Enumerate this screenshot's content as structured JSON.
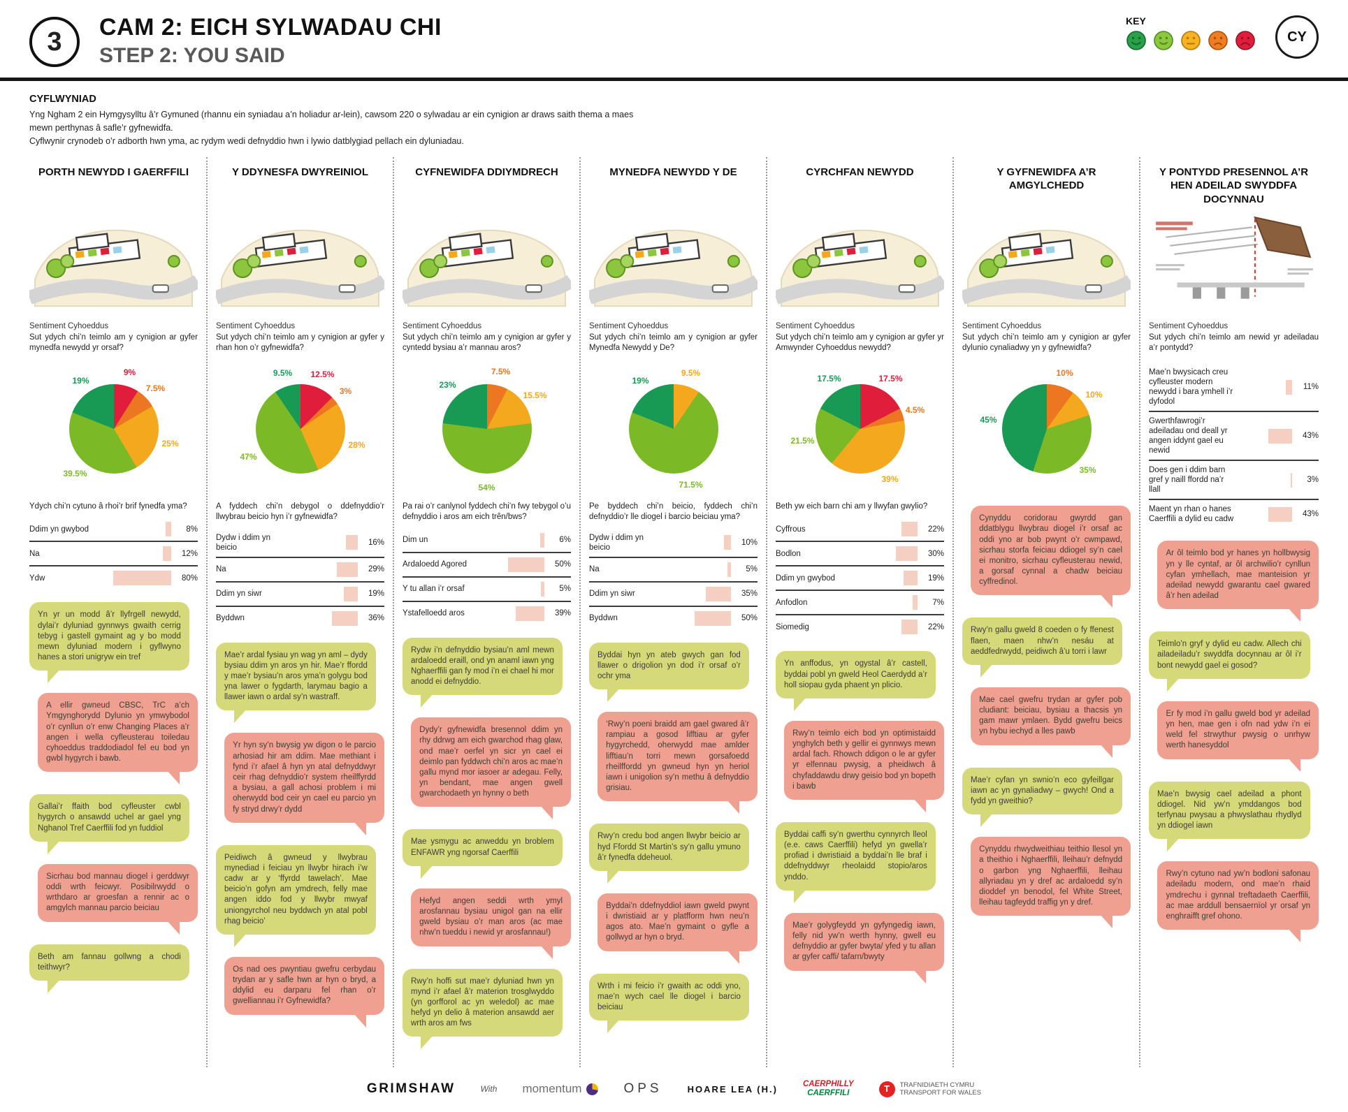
{
  "header": {
    "step_number": "3",
    "title_cy": "CAM 2: EICH SYLWADAU CHI",
    "title_en": "STEP 2: YOU SAID",
    "language_toggle": "CY",
    "key": {
      "label": "KEY",
      "faces": [
        {
          "mood": "very-happy",
          "fill": "#2aa148",
          "stroke": "#0e6b33"
        },
        {
          "mood": "happy",
          "fill": "#8dc63f",
          "stroke": "#4e8b1d"
        },
        {
          "mood": "neutral",
          "fill": "#f6b221",
          "stroke": "#b57708"
        },
        {
          "mood": "unhappy",
          "fill": "#ef7d22",
          "stroke": "#a84f0b"
        },
        {
          "mood": "very-unhappy",
          "fill": "#e01e3c",
          "stroke": "#8f1425"
        }
      ]
    }
  },
  "intro": {
    "heading": "CYFLWYNIAD",
    "para1": "Yng Ngham 2 ein Hymgysylltu â’r Gymuned (rhannu ein syniadau a’n holiadur ar-lein), cawsom 220 o sylwadau ar ein cynigion ar draws saith thema a maes mewn perthynas â safle’r gyfnewidfa.",
    "para2": "Cyflwynir crynodeb o’r adborth hwn yma, ac rydym wedi defnyddio hwn i lywio datblygiad pellach ein dyluniadau."
  },
  "columns": [
    {
      "title": "PORTH NEWYDD I GAERFFILI",
      "illustration": "sketch",
      "sentiment_label": "Sentiment Cyhoeddus",
      "question": "Sut ydych chi’n teimlo am y cynigion ar gyfer mynedfa newydd yr orsaf?",
      "pie": {
        "slices": [
          {
            "label": "9%",
            "value": 9,
            "color": "#e01e3c"
          },
          {
            "label": "7.5%",
            "value": 7.5,
            "color": "#ed7622"
          },
          {
            "label": "25%",
            "value": 25,
            "color": "#f3a81d"
          },
          {
            "label": "39.5%",
            "value": 39.5,
            "color": "#7cb927"
          },
          {
            "label": "19%",
            "value": 19,
            "color": "#189a54"
          }
        ]
      },
      "bar_question": "Ydych chi’n cytuno â rhoi’r brif fynedfa yma?",
      "bars": [
        {
          "label": "Ddim yn gwybod",
          "value": 8,
          "pct_label": "8%"
        },
        {
          "label": "Na",
          "value": 12,
          "pct_label": "12%"
        },
        {
          "label": "Ydw",
          "value": 80,
          "pct_label": "80%"
        }
      ],
      "bubbles": [
        {
          "tone": "yellow",
          "text": "Yn yr un modd â’r llyfrgell newydd, dylai’r dyluniad gynnwys gwaith cerrig tebyg i gastell gymaint ag y bo modd mewn dyluniad modern i gyflwyno hanes a stori unigryw ein tref"
        },
        {
          "tone": "pink",
          "text": "A ellir gwneud CBSC, TrC a’ch Ymgynghorydd Dylunio yn ymwybodol o’r cynllun o’r enw Changing Places a’r angen i wella cyfleusterau toiledau cyhoeddus traddodiadol fel eu bod yn gwbl hygyrch i bawb."
        },
        {
          "tone": "yellow",
          "text": "Gallai’r ffaith bod cyfleuster cwbl hygyrch o ansawdd uchel ar gael yng Nghanol Tref Caerffili fod yn fuddiol"
        },
        {
          "tone": "pink",
          "text": "Sicrhau bod mannau diogel i gerddwyr oddi wrth feicwyr. Posibilrwydd o wrthdaro ar groesfan a rennir ac o amgylch mannau parcio beiciau"
        },
        {
          "tone": "yellow",
          "text": "Beth am fannau gollwng a chodi teithwyr?"
        }
      ]
    },
    {
      "title": "Y DDYNESFA DWYREINIOL",
      "illustration": "sketch",
      "sentiment_label": "Sentiment Cyhoeddus",
      "question": "Sut ydych chi’n teimlo am y cynigion ar gyfer y rhan hon o’r gyfnewidfa?",
      "pie": {
        "slices": [
          {
            "label": "12.5%",
            "value": 12.5,
            "color": "#e01e3c"
          },
          {
            "label": "3%",
            "value": 3,
            "color": "#ed7622"
          },
          {
            "label": "28%",
            "value": 28,
            "color": "#f3a81d"
          },
          {
            "label": "47%",
            "value": 47,
            "color": "#7cb927"
          },
          {
            "label": "9.5%",
            "value": 9.5,
            "color": "#189a54"
          }
        ]
      },
      "bar_question": "A fyddech chi’n debygol o ddefnyddio’r llwybrau beicio hyn i’r gyfnewidfa?",
      "bars": [
        {
          "label": "Dydw i ddim yn beicio",
          "value": 16,
          "pct_label": "16%"
        },
        {
          "label": "Na",
          "value": 29,
          "pct_label": "29%"
        },
        {
          "label": "Ddim yn siwr",
          "value": 19,
          "pct_label": "19%"
        },
        {
          "label": "Byddwn",
          "value": 36,
          "pct_label": "36%"
        }
      ],
      "bubbles": [
        {
          "tone": "yellow",
          "text": "Mae’r ardal fysiau yn wag yn aml – dydy bysiau ddim yn aros yn hir. Mae’r ffordd y mae’r bysiau’n aros yma’n golygu bod yna lawer o fygdarth, larymau bagio a llawer iawn o ardal sy’n wastraff."
        },
        {
          "tone": "pink",
          "text": "Yr hyn sy’n bwysig yw digon o le parcio arhosiad hir am ddim. Mae methiant i fynd i’r afael â hyn yn atal defnyddwyr ceir rhag defnyddio’r system rheilffyrdd a bysiau, a gall achosi problem i mi oherwydd bod ceir yn cael eu parcio yn fy stryd drwy’r dydd"
        },
        {
          "tone": "yellow",
          "text": "Peidiwch â gwneud y llwybrau mynediad i feiciau yn llwybr hirach i’w cadw ar y ‘ffyrdd tawelach’. Mae beicio’n gofyn am ymdrech, felly mae angen iddo fod y llwybr mwyaf uniongyrchol neu byddwch yn atal pobl rhag beicio’"
        },
        {
          "tone": "pink",
          "text": "Os nad oes pwyntiau gwefru cerbydau trydan ar y safle hwn ar hyn o bryd, a ddylid eu darparu fel rhan o’r gwelliannau i’r Gyfnewidfa?"
        }
      ]
    },
    {
      "title": "CYFNEWIDFA DDIYMDRECH",
      "illustration": "sketch",
      "sentiment_label": "Sentiment Cyhoeddus",
      "question": "Sut ydych chi’n teimlo am y cynigion ar gyfer y cyntedd bysiau a’r mannau aros?",
      "pie": {
        "slices": [
          {
            "label": "7.5%",
            "value": 7.5,
            "color": "#ed7622"
          },
          {
            "label": "15.5%",
            "value": 15.5,
            "color": "#f3a81d"
          },
          {
            "label": "54%",
            "value": 54,
            "color": "#7cb927"
          },
          {
            "label": "23%",
            "value": 23,
            "color": "#189a54"
          }
        ]
      },
      "bar_question": "Pa rai o’r canlynol fyddech chi’n fwy tebygol o’u defnyddio i aros am eich trên/bws?",
      "bars": [
        {
          "label": "Dim un",
          "value": 6,
          "pct_label": "6%"
        },
        {
          "label": "Ardaloedd Agored",
          "value": 50,
          "pct_label": "50%"
        },
        {
          "label": "Y tu allan i’r orsaf",
          "value": 5,
          "pct_label": "5%"
        },
        {
          "label": "Ystafelloedd aros",
          "value": 39,
          "pct_label": "39%"
        }
      ],
      "bubbles": [
        {
          "tone": "yellow",
          "text": "Rydw i’n defnyddio bysiau’n aml mewn ardaloedd eraill, ond yn anaml iawn yng Nghaerffili gan fy mod i’n ei chael hi mor anodd ei defnyddio."
        },
        {
          "tone": "pink",
          "text": "Dydy’r gyfnewidfa bresennol ddim yn rhy ddrwg am eich gwarchod rhag glaw, ond mae’r oerfel yn sicr yn cael ei deimlo pan fyddwch chi’n aros ac mae’n gallu mynd mor iasoer ar adegau. Felly, yn bendant, mae angen gwell gwarchodaeth yn hynny o beth"
        },
        {
          "tone": "yellow",
          "text": "Mae ysmygu ac anweddu yn broblem ENFAWR yng ngorsaf Caerffili"
        },
        {
          "tone": "pink",
          "text": "Hefyd angen seddi wrth ymyl arosfannau bysiau unigol gan na ellir gweld bysiau o’r man aros (ac mae nhw’n tueddu i newid yr arosfannau!)"
        },
        {
          "tone": "yellow",
          "text": "Rwy’n hoffi sut mae’r dyluniad hwn yn mynd i’r afael â’r materion trosglwyddo (yn gorfforol ac yn weledol) ac mae hefyd yn delio â materion ansawdd aer wrth aros am fws"
        }
      ]
    },
    {
      "title": "MYNEDFA NEWYDD Y DE",
      "illustration": "sketch",
      "sentiment_label": "Sentiment Cyhoeddus",
      "question": "Sut ydych chi’n teimlo am y cynigion ar gyfer Mynedfa Newydd y De?",
      "pie": {
        "slices": [
          {
            "label": "9.5%",
            "value": 9.5,
            "color": "#f3a81d"
          },
          {
            "label": "71.5%",
            "value": 71.5,
            "color": "#7cb927"
          },
          {
            "label": "19%",
            "value": 19,
            "color": "#189a54"
          }
        ]
      },
      "bar_question": "Pe byddech chi’n beicio, fyddech chi’n defnyddio’r lle diogel i barcio beiciau yma?",
      "bars": [
        {
          "label": "Dydw i ddim yn beicio",
          "value": 10,
          "pct_label": "10%"
        },
        {
          "label": "Na",
          "value": 5,
          "pct_label": "5%"
        },
        {
          "label": "Ddim yn siwr",
          "value": 35,
          "pct_label": "35%"
        },
        {
          "label": "Byddwn",
          "value": 50,
          "pct_label": "50%"
        }
      ],
      "bubbles": [
        {
          "tone": "yellow",
          "text": "Byddai hyn yn ateb gwych gan fod llawer o drigolion yn dod i’r orsaf o’r ochr yma"
        },
        {
          "tone": "pink",
          "text": "‘Rwy’n poeni braidd am gael gwared â’r rampiau a gosod lifftiau ar gyfer hygyrchedd, oherwydd mae amlder lifftiau’n torri mewn gorsafoedd rheilffordd yn gwneud hyn yn heriol iawn i unigolion sy’n methu â defnyddio grisiau."
        },
        {
          "tone": "yellow",
          "text": "Rwy’n credu bod angen llwybr beicio ar hyd Ffordd St Martin’s sy’n gallu ymuno â’r fynedfa ddeheuol."
        },
        {
          "tone": "pink",
          "text": "Byddai’n ddefnyddiol iawn gweld pwynt i dwristiaid ar y platfform hwn neu’n agos ato. Mae’n gymaint o gyfle a gollwyd ar hyn o bryd."
        },
        {
          "tone": "yellow",
          "text": "Wrth i mi feicio i’r gwaith ac oddi yno, mae’n wych cael lle diogel i barcio beiciau"
        }
      ]
    },
    {
      "title": "CYRCHFAN NEWYDD",
      "illustration": "sketch",
      "sentiment_label": "Sentiment Cyhoeddus",
      "question": "Sut ydych chi’n teimlo am y cynigion ar gyfer yr Amwynder Cyhoeddus newydd?",
      "pie": {
        "slices": [
          {
            "label": "17.5%",
            "value": 17.5,
            "color": "#e01e3c"
          },
          {
            "label": "4.5%",
            "value": 4.5,
            "color": "#ed7622"
          },
          {
            "label": "39%",
            "value": 39,
            "color": "#f3a81d"
          },
          {
            "label": "21.5%",
            "value": 21.5,
            "color": "#7cb927"
          },
          {
            "label": "17.5%",
            "value": 17.5,
            "color": "#189a54"
          }
        ]
      },
      "bar_question": "Beth yw eich barn chi am y llwyfan gwylio?",
      "bars": [
        {
          "label": "Cyffrous",
          "value": 22,
          "pct_label": "22%"
        },
        {
          "label": "Bodlon",
          "value": 30,
          "pct_label": "30%"
        },
        {
          "label": "Ddim yn gwybod",
          "value": 19,
          "pct_label": "19%"
        },
        {
          "label": "Anfodlon",
          "value": 7,
          "pct_label": "7%"
        },
        {
          "label": "Siomedig",
          "value": 22,
          "pct_label": "22%"
        }
      ],
      "bubbles": [
        {
          "tone": "yellow",
          "text": "Yn anffodus, yn ogystal â’r castell, byddai pobl yn gweld Heol Caerdydd a’r holl siopau gyda phaent yn plicio."
        },
        {
          "tone": "pink",
          "text": "Rwy’n teimlo eich bod yn optimistaidd ynghylch beth y gellir ei gynnwys mewn ardal fach. Rhowch ddigon o le ar gyfer yr elfennau pwysig, a pheidiwch â chyfaddawdu drwy geisio bod yn bopeth i bawb"
        },
        {
          "tone": "yellow",
          "text": "Byddai caffi sy’n gwerthu cynnyrch lleol (e.e. caws Caerffili) hefyd yn gwella’r profiad i dwristiaid a byddai’n lle braf i ddefnyddwyr rheolaidd stopio/aros ynddo."
        },
        {
          "tone": "pink",
          "text": "Mae’r golygfeydd yn gyfyngedig iawn, felly nid yw’n werth hynny, gwell eu defnyddio ar gyfer bwyta/ yfed y tu allan ar gyfer caffi/ tafarn/bwyty"
        }
      ]
    },
    {
      "title": "Y GYFNEWIDFA A’R AMGYLCHEDD",
      "illustration": "sketch",
      "sentiment_label": "Sentiment Cyhoeddus",
      "question": "Sut ydych chi’n teimlo am y cynigion ar gyfer dylunio cynaliadwy yn y gyfnewidfa?",
      "pie": {
        "slices": [
          {
            "label": "10%",
            "value": 10,
            "color": "#ed7622"
          },
          {
            "label": "10%",
            "value": 10,
            "color": "#f3a81d"
          },
          {
            "label": "35%",
            "value": 35,
            "color": "#7cb927"
          },
          {
            "label": "45%",
            "value": 45,
            "color": "#189a54"
          }
        ]
      },
      "bar_question": null,
      "bars": null,
      "bubbles": [
        {
          "tone": "pink",
          "text": "Cynyddu coridorau gwyrdd gan ddatblygu llwybrau diogel i’r orsaf ac oddi yno ar bob pwynt o’r cwmpawd, sicrhau storfa feiciau ddiogel sy’n cael ei monitro, sicrhau cyfleusterau newid, a gorsaf cynnal a chadw beiciau cyffredinol."
        },
        {
          "tone": "yellow",
          "text": "Rwy’n gallu gweld 8 coeden o fy ffenest flaen, maen nhw’n nesáu at aeddfedrwydd, peidiwch â’u torri i lawr"
        },
        {
          "tone": "pink",
          "text": "Mae cael gwefru trydan ar gyfer pob cludiant: beiciau, bysiau a thacsis yn gam mawr ymlaen. Bydd gwefru beics yn hybu iechyd a lles pawb"
        },
        {
          "tone": "yellow",
          "text": "Mae’r cyfan yn swnio’n eco gyfeillgar iawn ac yn gynaliadwy – gwych! Ond a fydd yn gweithio?"
        },
        {
          "tone": "pink",
          "text": "Cynyddu rhwydweithiau teithio llesol yn a theithio i Nghaerffili, lleihau’r defnydd o garbon yng Nghaerffili, lleihau allyriadau yn y dref ac ardaloedd sy’n dioddef yn benodol, fel White Street, lleihau tagfeydd traffig yn y dref."
        }
      ]
    },
    {
      "title": "Y PONTYDD PRESENNOL A’R HEN ADEILAD SWYDDFA DOCYNNAU",
      "illustration": "cutaway",
      "sentiment_label": "Sentiment Cyhoeddus",
      "question": "Sut ydych chi’n teimlo am newid yr adeiladau a’r pontydd?",
      "pie": null,
      "bar_question": null,
      "wide_labels": true,
      "bars": [
        {
          "label": "Mae’n bwysicach creu cyfleuster modern newydd i bara ymhell i’r dyfodol",
          "value": 11,
          "pct_label": "11%"
        },
        {
          "label": "Gwerthfawrogi’r adeiladau ond deall yr angen iddynt gael eu newid",
          "value": 43,
          "pct_label": "43%"
        },
        {
          "label": "Does gen i ddim barn gref y naill ffordd na’r llall",
          "value": 3,
          "pct_label": "3%"
        },
        {
          "label": "Maent yn rhan o hanes Caerffili a dylid eu cadw",
          "value": 43,
          "pct_label": "43%"
        }
      ],
      "bubbles": [
        {
          "tone": "pink",
          "text": "Ar ôl teimlo bod yr hanes yn hollbwysig yn y lle cyntaf, ar ôl archwilio’r cynllun cyfan ymhellach, mae manteision yr adeilad newydd gwarantu cael gwared â’r hen adeilad"
        },
        {
          "tone": "yellow",
          "text": "Teimlo’n gryf y dylid eu cadw. Allech chi ailadeiladu’r swyddfa docynnau ar ôl i’r bont newydd gael ei gosod?"
        },
        {
          "tone": "pink",
          "text": "Er fy mod i’n gallu gweld bod yr adeilad yn hen, mae gen i ofn nad ydw i’n ei weld fel strwythur pwysig o unrhyw werth hanesyddol"
        },
        {
          "tone": "yellow",
          "text": "Mae’n bwysig cael adeilad a phont ddiogel. Nid yw’n ymddangos bod terfynau pwysau a phwyslathau rhydlyd yn ddiogel iawn"
        },
        {
          "tone": "pink",
          "text": "Rwy’n cytuno nad yw’n bodloni safonau adeiladu modern, ond mae’n rhaid ymdrechu i gynnal treftadaeth Caerffili, ac mae arddull bensaernïol yr orsaf yn enghraifft gref ohono."
        }
      ]
    }
  ],
  "footer": {
    "grimshaw": "GRIMSHAW",
    "with_label": "With",
    "momentum": "momentum",
    "ops": "OPS",
    "hoarelea": "HOARE LEA",
    "hoarelea_suffix": "(H.)",
    "caerphilly_top": "CAERPHILLY",
    "caerphilly_bottom": "CAERFFILI",
    "tfw_line1": "TRAFNIDIAETH CYMRU",
    "tfw_line2": "TRANSPORT FOR WALES"
  }
}
